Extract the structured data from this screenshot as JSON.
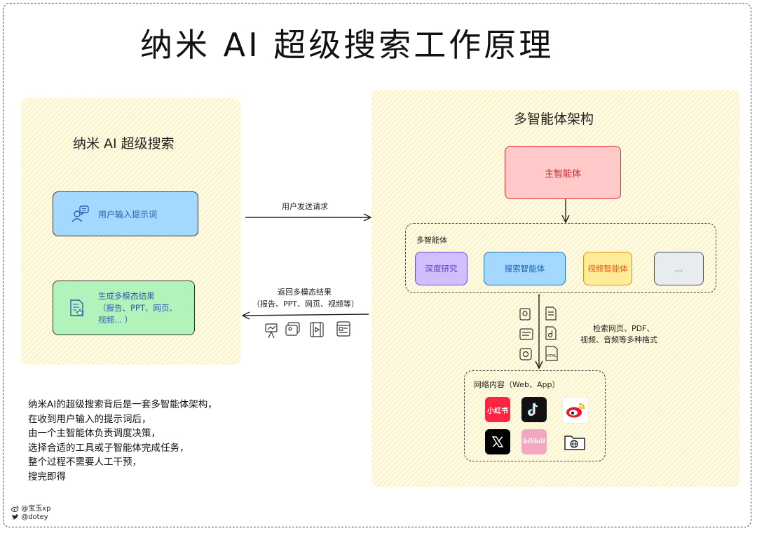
{
  "title": "纳米 AI 超级搜索工作原理",
  "left_panel": {
    "title": "纳米 AI 超级搜索",
    "user_input": "用户输入提示词",
    "result": "生成多模态结果\n（报告、PPT、网页、\n视频... ）",
    "icons": [
      "user-speech-icon",
      "document-star-icon",
      "chart-easel-icon",
      "gallery-icon",
      "video-film-icon",
      "web-page-icon"
    ]
  },
  "arrows": {
    "send_request": "用户发送请求",
    "return_results_line1": "返回多模态结果",
    "return_results_line2": "（报告、PPT、网页、视频等）",
    "retrieve_line1": "检索网页、PDF、",
    "retrieve_line2": "视频、音频等多种格式"
  },
  "right_panel": {
    "title": "多智能体架构",
    "main_agent": "主智能体",
    "multi_agents_label": "多智能体",
    "agents": [
      "深度研究",
      "搜索智能体",
      "视频智能体",
      "..."
    ],
    "network_label": "网络内容（Web、App）",
    "apps": [
      {
        "name": "小红书",
        "color": "#ff2442"
      },
      {
        "name": "TikTok",
        "color": "#111111"
      },
      {
        "name": "Weibo",
        "color": "#f7b500"
      },
      {
        "name": "X",
        "color": "#000000"
      },
      {
        "name": "bilibili",
        "color": "#f5a6c0"
      },
      {
        "name": "web-folder",
        "color": "#ffffff"
      }
    ]
  },
  "description": [
    "纳米AI的超级搜索背后是一套多智能体架构，",
    "在收到用户输入的提示词后，",
    "由一个主智能体负责调度决策，",
    "选择合适的工具或子智能体完成任务，",
    "整个过程不需要人工干预，",
    "搜完即得"
  ],
  "social": {
    "weibo": "@宝玉xp",
    "twitter": "@dotey"
  }
}
